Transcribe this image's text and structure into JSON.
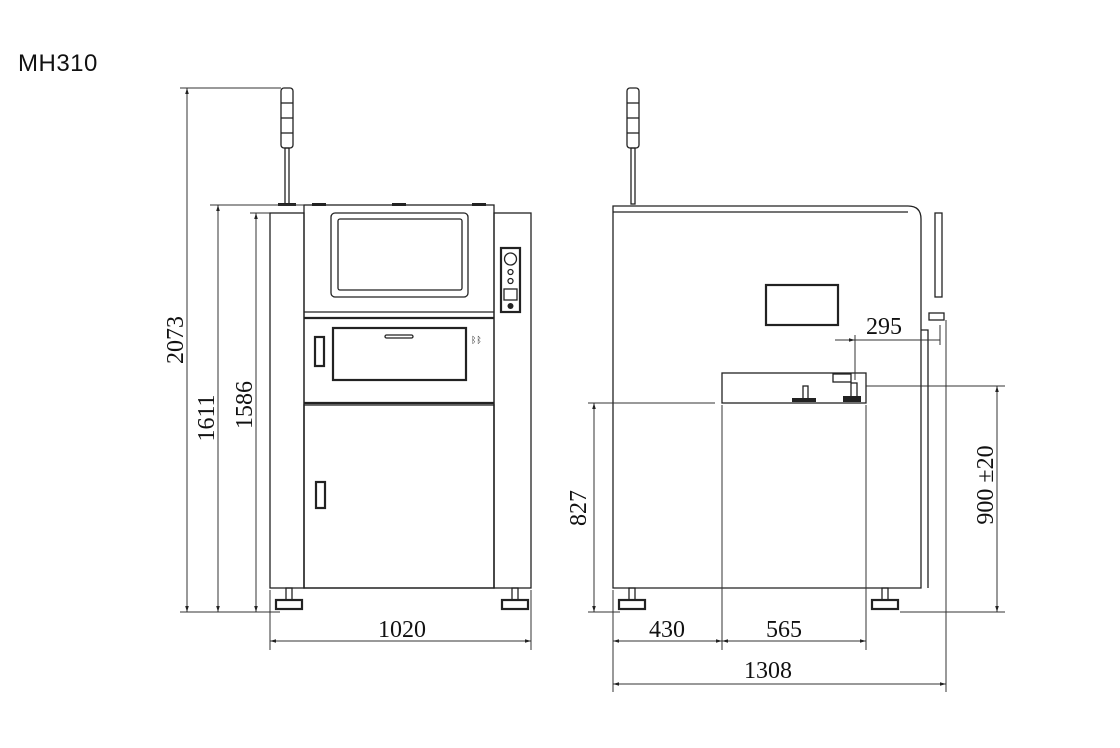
{
  "title": "MH310",
  "front_view": {
    "dimensions": {
      "overall_height": "2073",
      "top_height": "1611",
      "body_height": "1586",
      "width": "1020"
    }
  },
  "side_view": {
    "dimensions": {
      "conveyor_offset": "295",
      "conveyor_height": "827",
      "transport_height": "900 ±20",
      "front_depth": "430",
      "conveyor_width": "565",
      "overall_depth": "1308"
    }
  }
}
